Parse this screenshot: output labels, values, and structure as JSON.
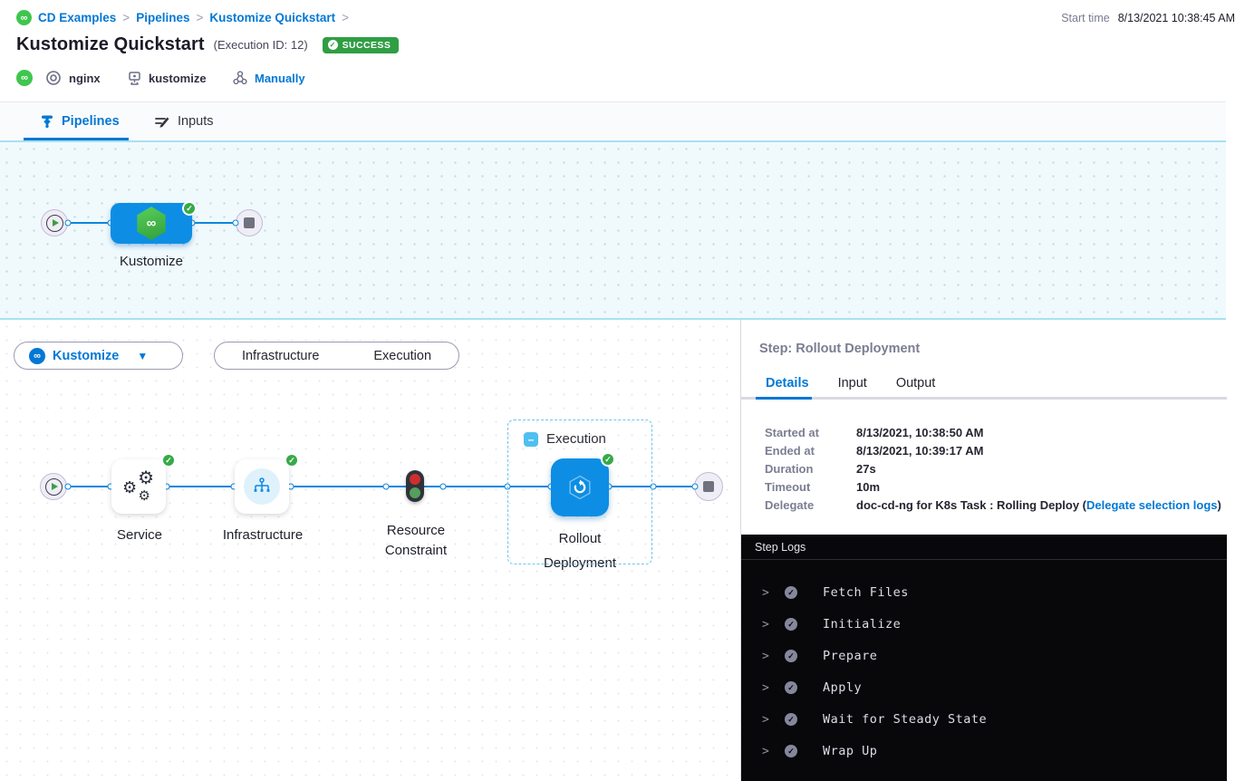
{
  "breadcrumb": {
    "items": [
      "CD Examples",
      "Pipelines",
      "Kustomize Quickstart"
    ],
    "separator": ">"
  },
  "header": {
    "start_time_label": "Start time",
    "start_time_value": "8/13/2021 10:38:45 AM",
    "title": "Kustomize Quickstart",
    "execution_id": "(Execution ID: 12)",
    "status": "SUCCESS",
    "environment": "nginx",
    "service": "kustomize",
    "trigger": "Manually"
  },
  "tabs": {
    "pipelines": "Pipelines",
    "inputs": "Inputs"
  },
  "pipeline_graph": {
    "stage_name": "Kustomize"
  },
  "stage_toolbar": {
    "selected_stage": "Kustomize",
    "views": [
      "Infrastructure",
      "Execution"
    ]
  },
  "execution_graph": {
    "group_label": "Execution",
    "nodes": [
      "Service",
      "Infrastructure",
      "Resource Constraint",
      "Rollout Deployment"
    ]
  },
  "step_panel": {
    "title": "Step: Rollout Deployment",
    "tabs": [
      "Details",
      "Input",
      "Output"
    ],
    "details": [
      {
        "label": "Started at",
        "value": "8/13/2021, 10:38:50 AM"
      },
      {
        "label": "Ended at",
        "value": "8/13/2021, 10:39:17 AM"
      },
      {
        "label": "Duration",
        "value": "27s"
      },
      {
        "label": "Timeout",
        "value": "10m"
      },
      {
        "label": "Delegate",
        "value": "doc-cd-ng for K8s Task : Rolling Deploy (",
        "link": "Delegate selection logs",
        "suffix": ")"
      }
    ]
  },
  "step_logs": {
    "title": "Step Logs",
    "entries": [
      "Fetch Files",
      "Initialize",
      "Prepare",
      "Apply",
      "Wait for Steady State",
      "Wrap Up"
    ]
  },
  "icons": {
    "infinity": "∞",
    "caret_down": "▼",
    "check": "✓",
    "minus": "–",
    "gear": "⚙",
    "chevron_right": ">"
  },
  "colors": {
    "primary_blue": "#0278d5",
    "node_blue": "#0d8ee4",
    "success_green": "#2f9e44",
    "harness_green": "#3fc64e",
    "canvas_border_cyan": "#a9e0f3",
    "log_panel_bg": "#08080a"
  }
}
